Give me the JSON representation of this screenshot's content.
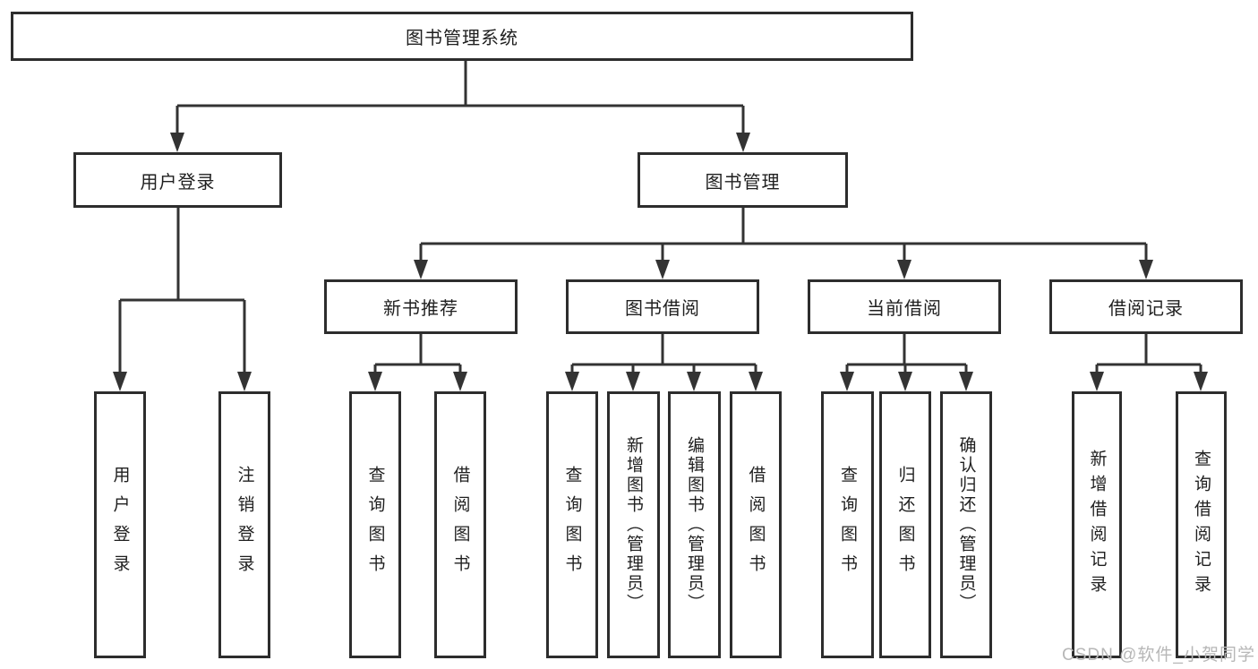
{
  "diagram": {
    "root": {
      "label": "图书管理系统"
    },
    "level2": {
      "user_login": {
        "label": "用户登录"
      },
      "book_management": {
        "label": "图书管理"
      }
    },
    "level3": {
      "new_book_rec": {
        "label": "新书推荐"
      },
      "book_borrow": {
        "label": "图书借阅"
      },
      "current_borrow": {
        "label": "当前借阅"
      },
      "borrow_record": {
        "label": "借阅记录"
      }
    },
    "leaves": {
      "user_login_do": {
        "label": "用户登录"
      },
      "user_logout": {
        "label": "注销登录"
      },
      "newbook_query": {
        "label": "查询图书"
      },
      "newbook_borrow": {
        "label": "借阅图书"
      },
      "borrow_query": {
        "label": "查询图书"
      },
      "borrow_add": {
        "label": "新增图书（管理员）"
      },
      "borrow_edit": {
        "label": "编辑图书（管理员）"
      },
      "borrow_do": {
        "label": "借阅图书"
      },
      "current_query": {
        "label": "查询图书"
      },
      "current_return": {
        "label": "归还图书"
      },
      "current_confirm": {
        "label": "确认归还（管理员）"
      },
      "record_add": {
        "label": "新增借阅记录"
      },
      "record_query": {
        "label": "查询借阅记录"
      }
    },
    "watermark": "CSDN @软件_小贺同学",
    "colors": {
      "line": "#333333",
      "box_border": "#2d2d2d",
      "text": "#1f1f1f",
      "watermark": "#b7b7b7",
      "background": "#ffffff"
    }
  }
}
